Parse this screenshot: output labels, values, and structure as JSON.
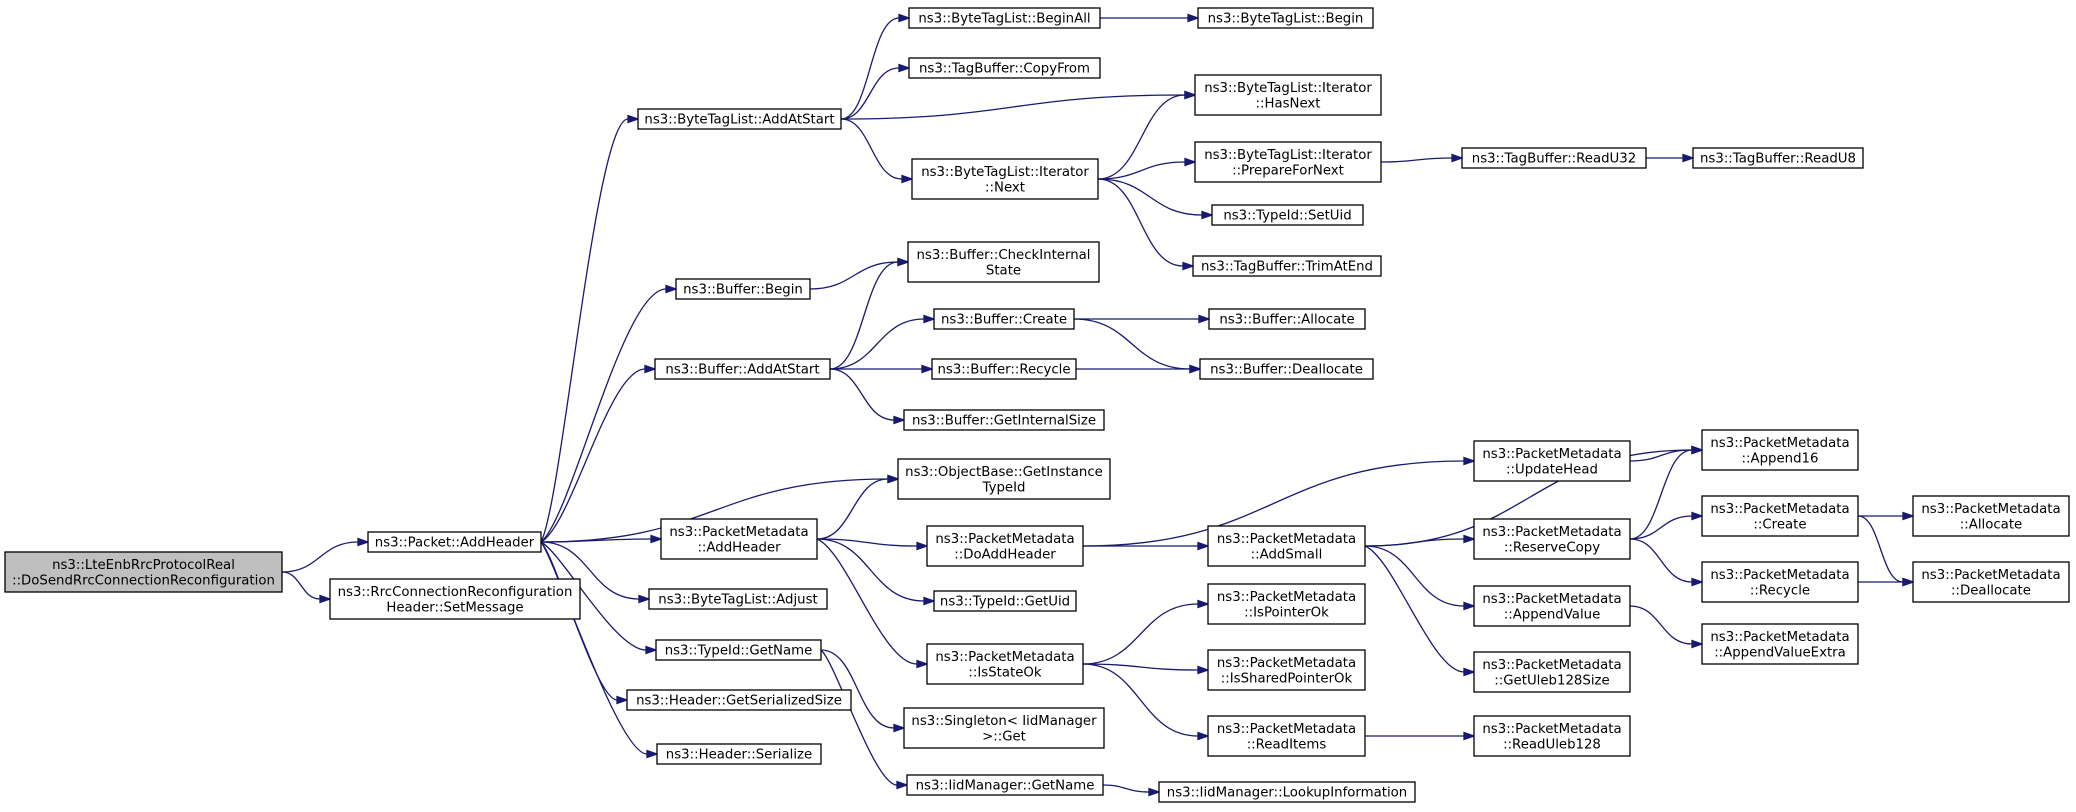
{
  "graph": {
    "nodes": [
      {
        "id": "root",
        "lines": [
          "ns3::LteEnbRrcProtocolReal",
          "::DoSendRrcConnectionReconfiguration"
        ],
        "highlight": true
      },
      {
        "id": "pkt_addheader",
        "lines": [
          "ns3::Packet::AddHeader"
        ]
      },
      {
        "id": "rrc_setmessage",
        "lines": [
          "ns3::RrcConnectionReconfiguration",
          "Header::SetMessage"
        ]
      },
      {
        "id": "btl_addatstart",
        "lines": [
          "ns3::ByteTagList::AddAtStart"
        ]
      },
      {
        "id": "buf_begin",
        "lines": [
          "ns3::Buffer::Begin"
        ]
      },
      {
        "id": "buf_addatstart",
        "lines": [
          "ns3::Buffer::AddAtStart"
        ]
      },
      {
        "id": "pm_addheader",
        "lines": [
          "ns3::PacketMetadata",
          "::AddHeader"
        ]
      },
      {
        "id": "btl_adjust",
        "lines": [
          "ns3::ByteTagList::Adjust"
        ]
      },
      {
        "id": "tid_getname",
        "lines": [
          "ns3::TypeId::GetName"
        ]
      },
      {
        "id": "hdr_getsersize",
        "lines": [
          "ns3::Header::GetSerializedSize"
        ]
      },
      {
        "id": "hdr_serialize",
        "lines": [
          "ns3::Header::Serialize"
        ]
      },
      {
        "id": "btl_beginall",
        "lines": [
          "ns3::ByteTagList::BeginAll"
        ]
      },
      {
        "id": "tb_copyfrom",
        "lines": [
          "ns3::TagBuffer::CopyFrom"
        ]
      },
      {
        "id": "btli_next",
        "lines": [
          "ns3::ByteTagList::Iterator",
          "::Next"
        ]
      },
      {
        "id": "buf_checkinternal",
        "lines": [
          "ns3::Buffer::CheckInternal",
          "State"
        ]
      },
      {
        "id": "buf_create",
        "lines": [
          "ns3::Buffer::Create"
        ]
      },
      {
        "id": "buf_recycle",
        "lines": [
          "ns3::Buffer::Recycle"
        ]
      },
      {
        "id": "buf_getinternalsize",
        "lines": [
          "ns3::Buffer::GetInternalSize"
        ]
      },
      {
        "id": "ob_getinstancetypeid",
        "lines": [
          "ns3::ObjectBase::GetInstance",
          "TypeId"
        ]
      },
      {
        "id": "pm_doaddheader",
        "lines": [
          "ns3::PacketMetadata",
          "::DoAddHeader"
        ]
      },
      {
        "id": "tid_getuid",
        "lines": [
          "ns3::TypeId::GetUid"
        ]
      },
      {
        "id": "pm_isstateok",
        "lines": [
          "ns3::PacketMetadata",
          "::IsStateOk"
        ]
      },
      {
        "id": "singleton_get",
        "lines": [
          "ns3::Singleton< IidManager",
          ">::Get"
        ]
      },
      {
        "id": "iid_getname",
        "lines": [
          "ns3::IidManager::GetName"
        ]
      },
      {
        "id": "btl_begin",
        "lines": [
          "ns3::ByteTagList::Begin"
        ]
      },
      {
        "id": "btli_hasnext",
        "lines": [
          "ns3::ByteTagList::Iterator",
          "::HasNext"
        ]
      },
      {
        "id": "btli_preparefornext",
        "lines": [
          "ns3::ByteTagList::Iterator",
          "::PrepareForNext"
        ]
      },
      {
        "id": "tid_setuid",
        "lines": [
          "ns3::TypeId::SetUid"
        ]
      },
      {
        "id": "tb_trimatend",
        "lines": [
          "ns3::TagBuffer::TrimAtEnd"
        ]
      },
      {
        "id": "buf_allocate",
        "lines": [
          "ns3::Buffer::Allocate"
        ]
      },
      {
        "id": "buf_deallocate",
        "lines": [
          "ns3::Buffer::Deallocate"
        ]
      },
      {
        "id": "pm_updatehead",
        "lines": [
          "ns3::PacketMetadata",
          "::UpdateHead"
        ]
      },
      {
        "id": "pm_addsmall",
        "lines": [
          "ns3::PacketMetadata",
          "::AddSmall"
        ]
      },
      {
        "id": "pm_ispointerok",
        "lines": [
          "ns3::PacketMetadata",
          "::IsPointerOk"
        ]
      },
      {
        "id": "pm_issharedpointerok",
        "lines": [
          "ns3::PacketMetadata",
          "::IsSharedPointerOk"
        ]
      },
      {
        "id": "pm_readitems",
        "lines": [
          "ns3::PacketMetadata",
          "::ReadItems"
        ]
      },
      {
        "id": "iid_lookupinfo",
        "lines": [
          "ns3::IidManager::LookupInformation"
        ]
      },
      {
        "id": "tb_readu32",
        "lines": [
          "ns3::TagBuffer::ReadU32"
        ]
      },
      {
        "id": "tb_readu8",
        "lines": [
          "ns3::TagBuffer::ReadU8"
        ]
      },
      {
        "id": "pm_reservecopy",
        "lines": [
          "ns3::PacketMetadata",
          "::ReserveCopy"
        ]
      },
      {
        "id": "pm_appendvalue",
        "lines": [
          "ns3::PacketMetadata",
          "::AppendValue"
        ]
      },
      {
        "id": "pm_getuleb128size",
        "lines": [
          "ns3::PacketMetadata",
          "::GetUleb128Size"
        ]
      },
      {
        "id": "pm_readuleb128",
        "lines": [
          "ns3::PacketMetadata",
          "::ReadUleb128"
        ]
      },
      {
        "id": "pm_append16",
        "lines": [
          "ns3::PacketMetadata",
          "::Append16"
        ]
      },
      {
        "id": "pm_create",
        "lines": [
          "ns3::PacketMetadata",
          "::Create"
        ]
      },
      {
        "id": "pm_recycle",
        "lines": [
          "ns3::PacketMetadata",
          "::Recycle"
        ]
      },
      {
        "id": "pm_appendvalueextra",
        "lines": [
          "ns3::PacketMetadata",
          "::AppendValueExtra"
        ]
      },
      {
        "id": "pm_allocate",
        "lines": [
          "ns3::PacketMetadata",
          "::Allocate"
        ]
      },
      {
        "id": "pm_deallocate",
        "lines": [
          "ns3::PacketMetadata",
          "::Deallocate"
        ]
      }
    ],
    "edges": [
      [
        "root",
        "pkt_addheader"
      ],
      [
        "root",
        "rrc_setmessage"
      ],
      [
        "pkt_addheader",
        "btl_addatstart"
      ],
      [
        "pkt_addheader",
        "buf_begin"
      ],
      [
        "pkt_addheader",
        "buf_addatstart"
      ],
      [
        "pkt_addheader",
        "ob_getinstancetypeid"
      ],
      [
        "pkt_addheader",
        "pm_addheader"
      ],
      [
        "pkt_addheader",
        "btl_adjust"
      ],
      [
        "pkt_addheader",
        "tid_getname"
      ],
      [
        "pkt_addheader",
        "hdr_getsersize"
      ],
      [
        "pkt_addheader",
        "hdr_serialize"
      ],
      [
        "btl_addatstart",
        "btl_beginall"
      ],
      [
        "btl_addatstart",
        "tb_copyfrom"
      ],
      [
        "btl_addatstart",
        "btli_hasnext"
      ],
      [
        "btl_addatstart",
        "btli_next"
      ],
      [
        "btl_beginall",
        "btl_begin"
      ],
      [
        "btli_next",
        "btli_hasnext"
      ],
      [
        "btli_next",
        "btli_preparefornext"
      ],
      [
        "btli_next",
        "tid_setuid"
      ],
      [
        "btli_next",
        "tb_trimatend"
      ],
      [
        "btli_preparefornext",
        "tb_readu32"
      ],
      [
        "tb_readu32",
        "tb_readu8"
      ],
      [
        "buf_begin",
        "buf_checkinternal"
      ],
      [
        "buf_addatstart",
        "buf_checkinternal"
      ],
      [
        "buf_addatstart",
        "buf_create"
      ],
      [
        "buf_addatstart",
        "buf_recycle"
      ],
      [
        "buf_addatstart",
        "buf_getinternalsize"
      ],
      [
        "buf_create",
        "buf_allocate"
      ],
      [
        "buf_create",
        "buf_deallocate"
      ],
      [
        "buf_recycle",
        "buf_deallocate"
      ],
      [
        "pm_addheader",
        "ob_getinstancetypeid"
      ],
      [
        "pm_addheader",
        "pm_doaddheader"
      ],
      [
        "pm_addheader",
        "tid_getuid"
      ],
      [
        "pm_addheader",
        "pm_isstateok"
      ],
      [
        "pm_doaddheader",
        "pm_updatehead"
      ],
      [
        "pm_doaddheader",
        "pm_addsmall"
      ],
      [
        "pm_updatehead",
        "pm_append16"
      ],
      [
        "pm_addsmall",
        "pm_append16"
      ],
      [
        "pm_addsmall",
        "pm_reservecopy"
      ],
      [
        "pm_addsmall",
        "pm_appendvalue"
      ],
      [
        "pm_addsmall",
        "pm_getuleb128size"
      ],
      [
        "pm_reservecopy",
        "pm_append16"
      ],
      [
        "pm_reservecopy",
        "pm_create"
      ],
      [
        "pm_reservecopy",
        "pm_recycle"
      ],
      [
        "pm_create",
        "pm_allocate"
      ],
      [
        "pm_create",
        "pm_deallocate"
      ],
      [
        "pm_recycle",
        "pm_deallocate"
      ],
      [
        "pm_appendvalue",
        "pm_appendvalueextra"
      ],
      [
        "pm_isstateok",
        "pm_ispointerok"
      ],
      [
        "pm_isstateok",
        "pm_issharedpointerok"
      ],
      [
        "pm_isstateok",
        "pm_readitems"
      ],
      [
        "pm_readitems",
        "pm_readuleb128"
      ],
      [
        "tid_getname",
        "singleton_get"
      ],
      [
        "tid_getname",
        "iid_getname"
      ],
      [
        "iid_getname",
        "iid_lookupinfo"
      ]
    ]
  }
}
